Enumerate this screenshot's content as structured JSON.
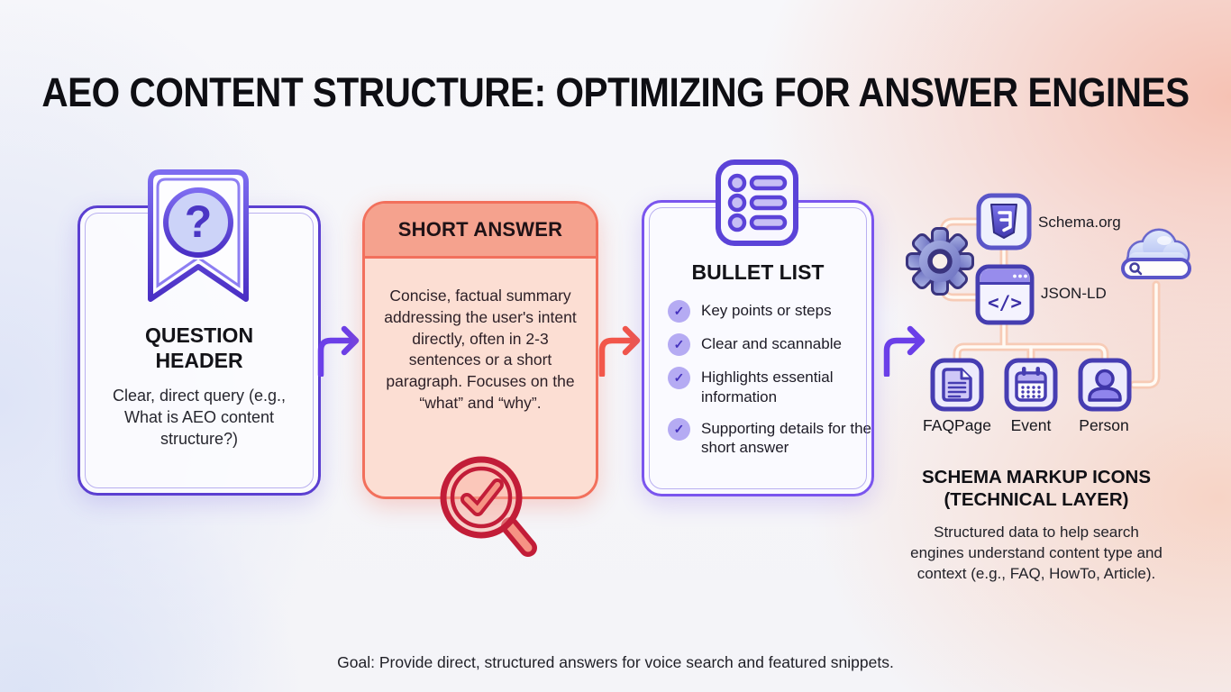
{
  "title": "AEO CONTENT STRUCTURE: OPTIMIZING FOR ANSWER ENGINES",
  "flow": {
    "question_header": {
      "title": "QUESTION HEADER",
      "body": "Clear, direct query (e.g., What is AEO content structure?)"
    },
    "short_answer": {
      "title": "SHORT ANSWER",
      "body": "Concise, factual summary addressing the user's intent directly, often in 2-3 sentences or a short paragraph. Focuses on the “what” and “why”."
    },
    "bullet_list": {
      "title": "BULLET LIST",
      "items": [
        "Key points or steps",
        "Clear and scannable",
        "Highlights essential information",
        "Supporting details for the short answer"
      ]
    }
  },
  "schema_layer": {
    "node_labels": {
      "schema_org": "Schema.org",
      "json_ld": "JSON-LD"
    },
    "type_labels": {
      "faqpage": "FAQPage",
      "event": "Event",
      "person": "Person"
    },
    "heading_line1": "SCHEMA MARKUP ICONS",
    "heading_line2": "(TECHNICAL LAYER)",
    "description": "Structured data to help search engines understand content type and context (e.g., FAQ, HowTo, Article)."
  },
  "footer": {
    "goal": "Goal: Provide direct, structured answers for voice search and featured snippets."
  },
  "glyphs": {
    "question_mark": "?",
    "code": "</>",
    "check": "✓"
  },
  "colors": {
    "purple_accent": "#6b3fe8",
    "coral_accent": "#f2564a",
    "card_purple_border": "#5b3fd1",
    "card_coral_border": "#f2705c",
    "short_answer_header_fill": "#f5a28e",
    "short_answer_body_fill": "#fcded3",
    "magnifier_red": "#c21d38",
    "bullet_circle_fill": "#b5abf3",
    "connector_peach": "#f7cbb6"
  }
}
